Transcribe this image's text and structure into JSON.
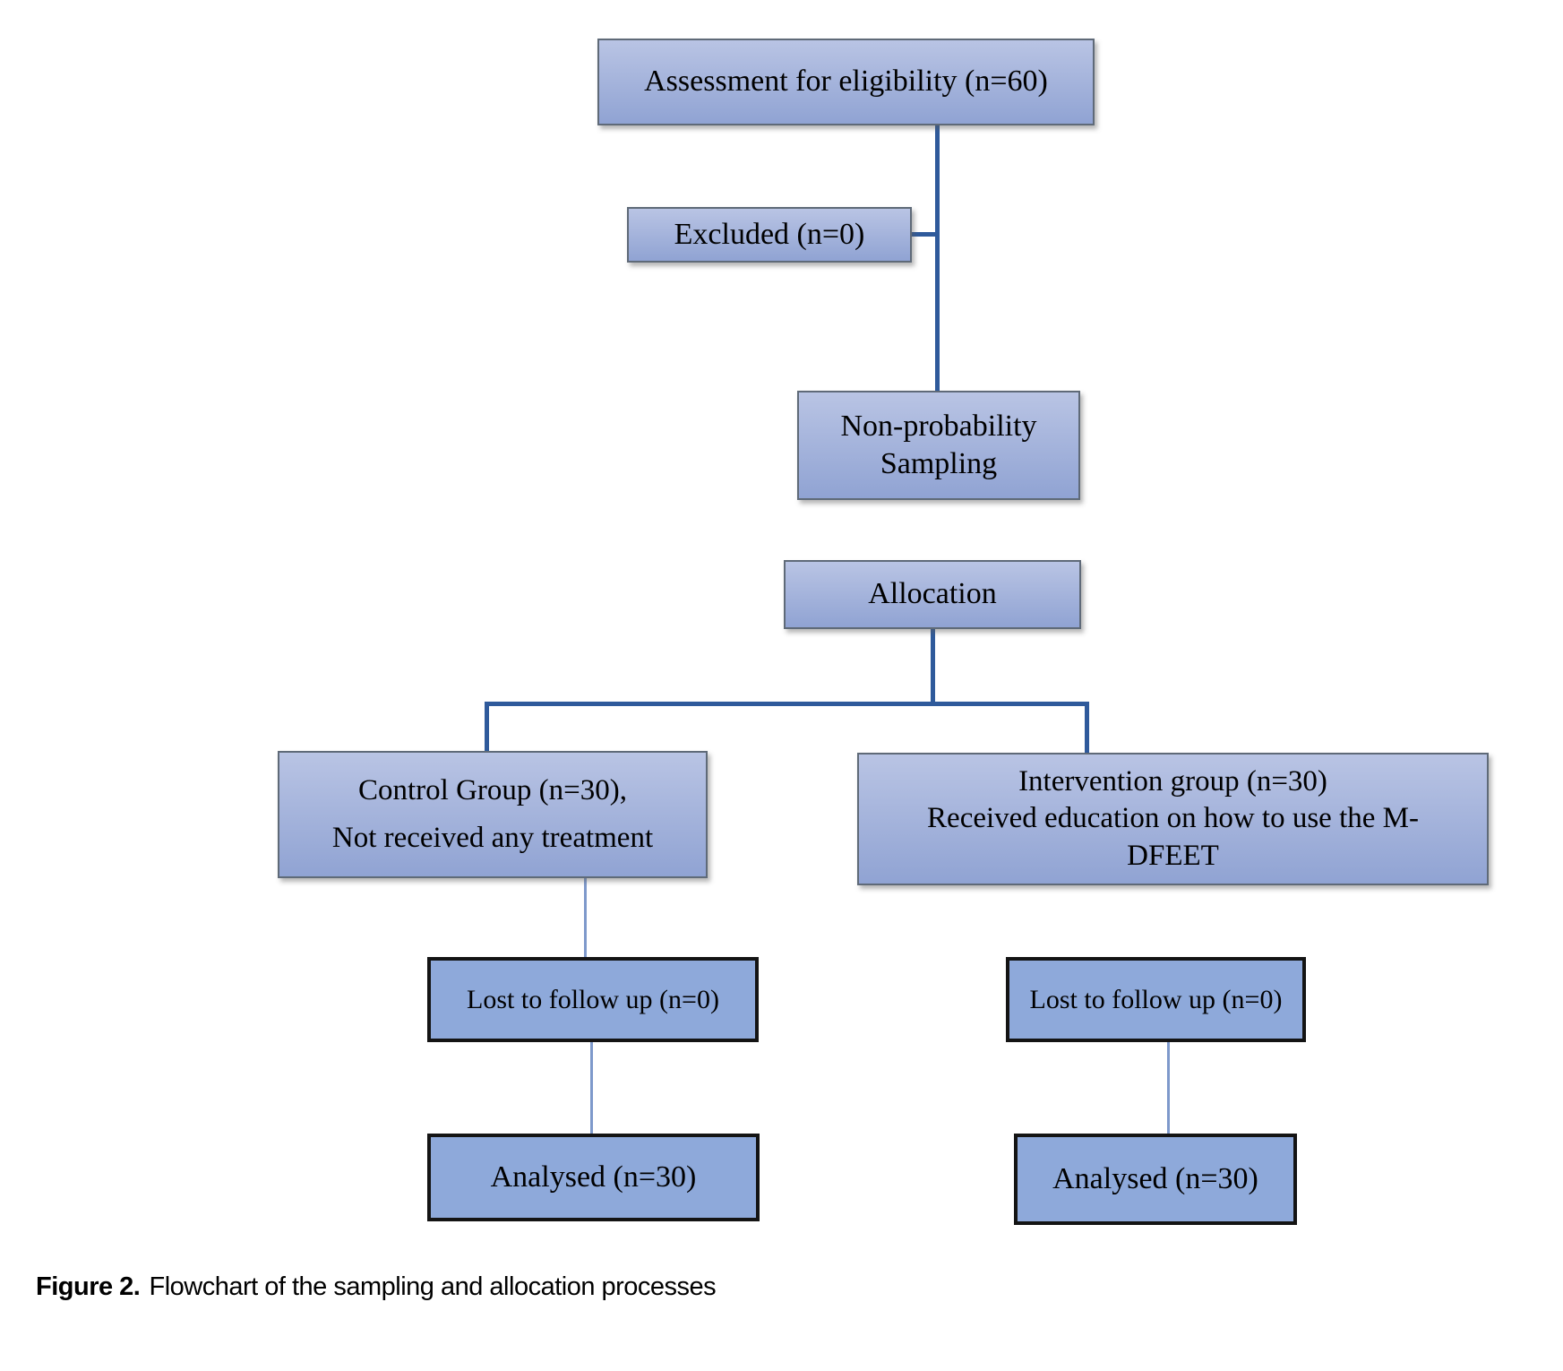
{
  "nodes": {
    "assessment": {
      "lines": [
        "Assessment for eligibility (n=60)"
      ]
    },
    "excluded": {
      "lines": [
        "Excluded (n=0)"
      ]
    },
    "sampling": {
      "lines": [
        "Non-probability",
        "Sampling"
      ]
    },
    "allocation": {
      "lines": [
        "Allocation"
      ]
    },
    "control": {
      "lines": [
        "Control Group (n=30),",
        "Not received any treatment"
      ]
    },
    "intervention": {
      "lines": [
        "Intervention group (n=30)",
        "Received education on how to use the M-",
        "DFEET"
      ]
    },
    "control_lost": {
      "lines": [
        "Lost to follow up (n=0)"
      ]
    },
    "intervention_lost": {
      "lines": [
        "Lost to follow up (n=0)"
      ]
    },
    "control_analysed": {
      "lines": [
        "Analysed (n=30)"
      ]
    },
    "intervention_analysed": {
      "lines": [
        "Analysed (n=30)"
      ]
    }
  },
  "caption": {
    "prefix": "Figure 2.",
    "text": "Flowchart of the sampling and allocation processes"
  },
  "colors": {
    "connector_dark": "#2f5a9b",
    "connector_light": "#7e99cb",
    "node_fill_top": "#b9c4e4",
    "node_fill_bottom": "#90a3d3",
    "node_border": "#5f6a78",
    "plain_fill": "#8ea9da",
    "plain_border": "#141414",
    "text": "#000000"
  }
}
